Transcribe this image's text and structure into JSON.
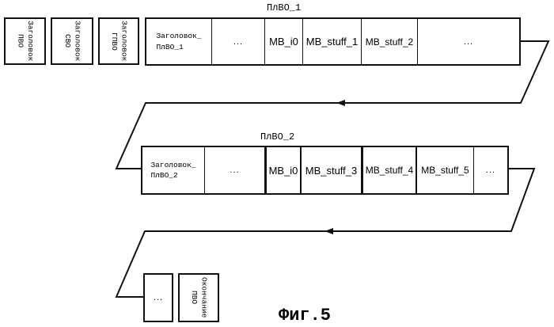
{
  "figure_label": "Фиг.5",
  "row1": {
    "headers": [
      {
        "line1": "Заголовок",
        "line2": "ПВО"
      },
      {
        "line1": "Заголовок",
        "line2": "СВО"
      },
      {
        "line1": "Заголовок",
        "line2": "ГПВО"
      }
    ],
    "group_label": "ПлВО_1",
    "cells": [
      {
        "text": "Заголовок_\nПлВО_1",
        "kind": "header"
      },
      {
        "text": "...",
        "kind": "dots"
      },
      {
        "text": "MB_i0",
        "kind": "mb"
      },
      {
        "text": "MB_stuff_1",
        "kind": "mb"
      },
      {
        "text": "MB_stuff_2",
        "kind": "mb"
      },
      {
        "text": "...",
        "kind": "dots"
      }
    ]
  },
  "row2": {
    "group_label": "ПлВО_2",
    "cells": [
      {
        "text": "Заголовок_\nПлВО_2",
        "kind": "header"
      },
      {
        "text": "...",
        "kind": "dots"
      },
      {
        "text": "MB_i0",
        "kind": "mb"
      },
      {
        "text": "MB_stuff_3",
        "kind": "mb"
      },
      {
        "text": "MB_stuff_4",
        "kind": "mb"
      },
      {
        "text": "MB_stuff_5",
        "kind": "mb"
      },
      {
        "text": "...",
        "kind": "dots"
      }
    ]
  },
  "row3": {
    "dots": "...",
    "end": {
      "line1": "Окончание",
      "line2": "ПВО"
    }
  }
}
